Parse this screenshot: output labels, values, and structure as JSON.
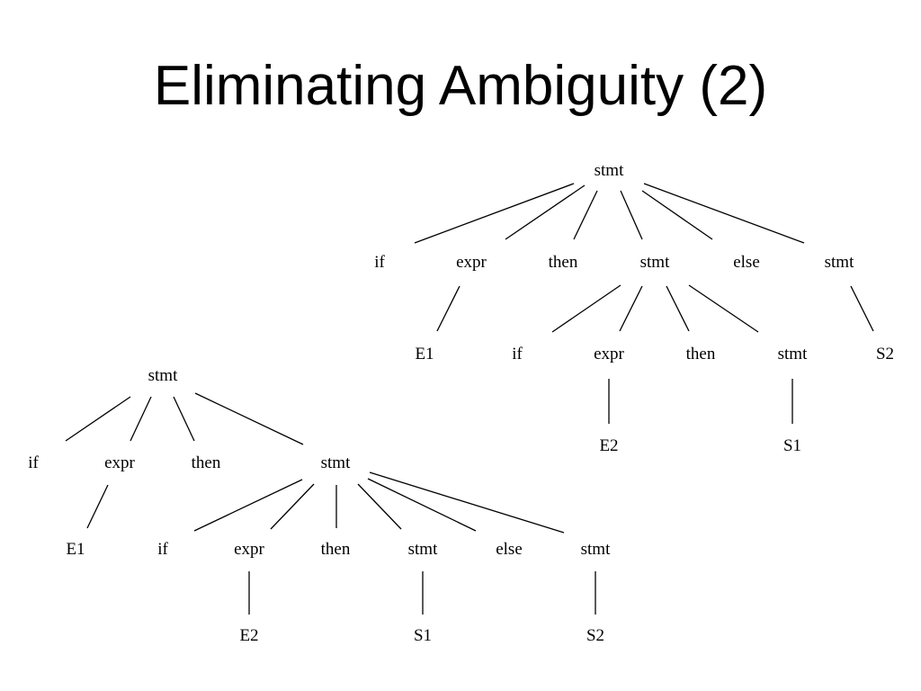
{
  "slide": {
    "title": "Eliminating Ambiguity (2)"
  },
  "trees": {
    "top": {
      "root": "stmt",
      "level1": [
        "if",
        "expr",
        "then",
        "stmt",
        "else",
        "stmt"
      ],
      "level2": [
        "E1",
        "if",
        "expr",
        "then",
        "stmt",
        "S2"
      ],
      "level3": [
        "E2",
        "S1"
      ]
    },
    "bottom": {
      "root": "stmt",
      "level1": [
        "if",
        "expr",
        "then",
        "stmt"
      ],
      "level2": [
        "E1",
        "if",
        "expr",
        "then",
        "stmt",
        "else",
        "stmt"
      ],
      "level3": [
        "E2",
        "S1",
        "S2"
      ]
    }
  }
}
